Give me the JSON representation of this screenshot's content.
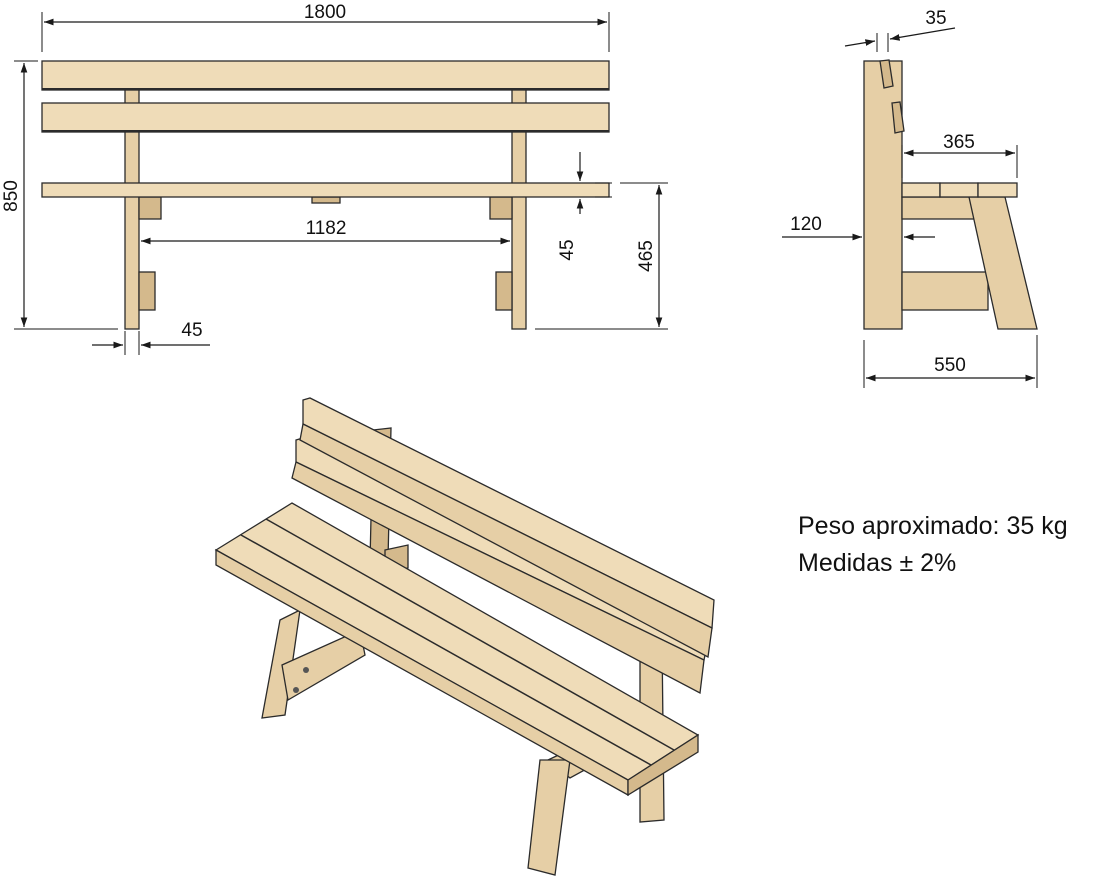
{
  "dimensions": {
    "length": "1800",
    "height": "850",
    "inner_width": "1182",
    "seat_thickness": "45",
    "seat_height": "465",
    "leg_thickness": "45",
    "side_top": "35",
    "seat_depth": "365",
    "back_offset": "120",
    "depth": "550"
  },
  "notes": {
    "weight": "Peso aproximado: 35 kg",
    "tolerance": "Medidas ± 2%"
  },
  "colors": {
    "wood": "#e6cfa6",
    "outline": "#2b2b2b"
  }
}
